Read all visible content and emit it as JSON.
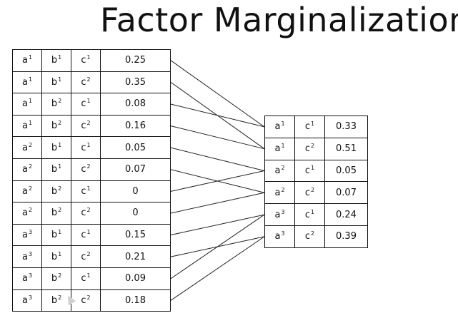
{
  "title": "Factor Marginalization",
  "source_factor": {
    "rows": [
      {
        "a": "a",
        "a_sup": "1",
        "b": "b",
        "b_sup": "1",
        "c": "c",
        "c_sup": "1",
        "value": "0.25"
      },
      {
        "a": "a",
        "a_sup": "1",
        "b": "b",
        "b_sup": "1",
        "c": "c",
        "c_sup": "2",
        "value": "0.35"
      },
      {
        "a": "a",
        "a_sup": "1",
        "b": "b",
        "b_sup": "2",
        "c": "c",
        "c_sup": "1",
        "value": "0.08"
      },
      {
        "a": "a",
        "a_sup": "1",
        "b": "b",
        "b_sup": "2",
        "c": "c",
        "c_sup": "2",
        "value": "0.16"
      },
      {
        "a": "a",
        "a_sup": "2",
        "b": "b",
        "b_sup": "1",
        "c": "c",
        "c_sup": "1",
        "value": "0.05"
      },
      {
        "a": "a",
        "a_sup": "2",
        "b": "b",
        "b_sup": "1",
        "c": "c",
        "c_sup": "2",
        "value": "0.07"
      },
      {
        "a": "a",
        "a_sup": "2",
        "b": "b",
        "b_sup": "2",
        "c": "c",
        "c_sup": "1",
        "value": "0"
      },
      {
        "a": "a",
        "a_sup": "2",
        "b": "b",
        "b_sup": "2",
        "c": "c",
        "c_sup": "2",
        "value": "0"
      },
      {
        "a": "a",
        "a_sup": "3",
        "b": "b",
        "b_sup": "1",
        "c": "c",
        "c_sup": "1",
        "value": "0.15"
      },
      {
        "a": "a",
        "a_sup": "3",
        "b": "b",
        "b_sup": "1",
        "c": "c",
        "c_sup": "2",
        "value": "0.21"
      },
      {
        "a": "a",
        "a_sup": "3",
        "b": "b",
        "b_sup": "2",
        "c": "c",
        "c_sup": "1",
        "value": "0.09"
      },
      {
        "a": "a",
        "a_sup": "3",
        "b": "b",
        "b_sup": "2",
        "c": "c",
        "c_sup": "2",
        "value": "0.18"
      }
    ]
  },
  "result_factor": {
    "rows": [
      {
        "a": "a",
        "a_sup": "1",
        "c": "c",
        "c_sup": "1",
        "value": "0.33"
      },
      {
        "a": "a",
        "a_sup": "1",
        "c": "c",
        "c_sup": "2",
        "value": "0.51"
      },
      {
        "a": "a",
        "a_sup": "2",
        "c": "c",
        "c_sup": "1",
        "value": "0.05"
      },
      {
        "a": "a",
        "a_sup": "2",
        "c": "c",
        "c_sup": "2",
        "value": "0.07"
      },
      {
        "a": "a",
        "a_sup": "3",
        "c": "c",
        "c_sup": "1",
        "value": "0.24"
      },
      {
        "a": "a",
        "a_sup": "3",
        "c": "c",
        "c_sup": "2",
        "value": "0.39"
      }
    ]
  },
  "mapping": [
    0,
    1,
    0,
    1,
    2,
    3,
    2,
    3,
    4,
    5,
    4,
    5
  ]
}
